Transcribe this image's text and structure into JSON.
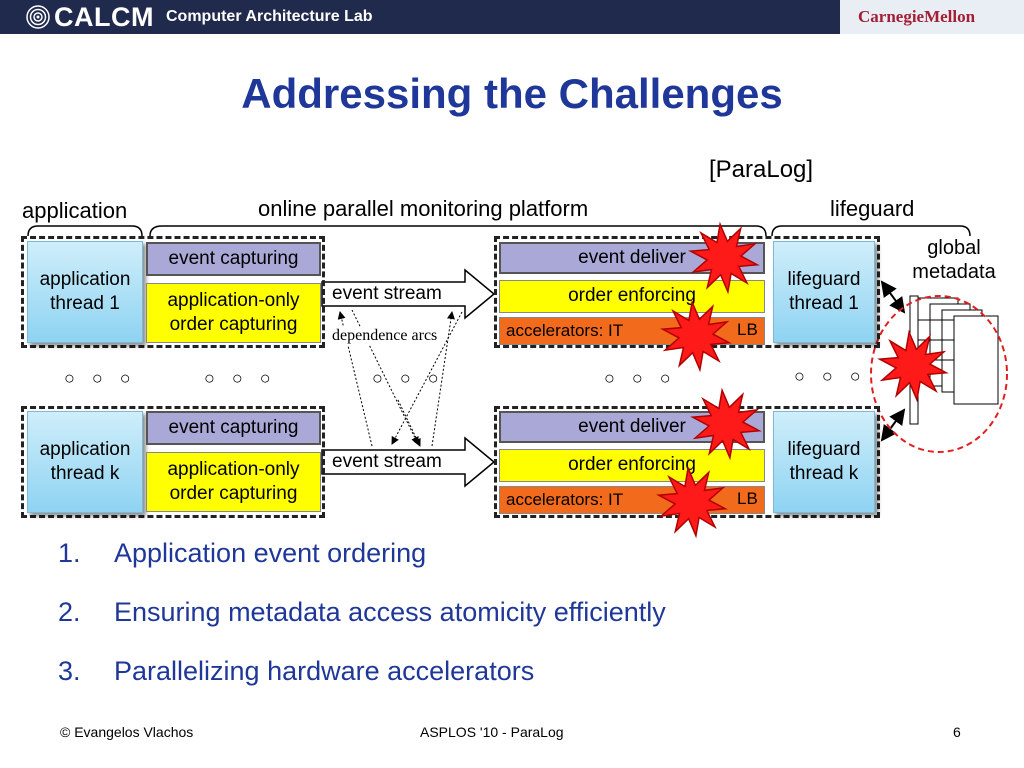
{
  "header": {
    "logo": "CALCM",
    "lab": "Computer Architecture Lab",
    "university": "CarnegieMellon"
  },
  "title": "Addressing the Challenges",
  "labels": {
    "paralog": "[ParaLog]",
    "application": "application",
    "platform": "online parallel monitoring platform",
    "lifeguard": "lifeguard",
    "global_metadata": "global\nmetadata",
    "dependence_arcs": "dependence arcs"
  },
  "rows": [
    {
      "app_thread": "application\nthread 1",
      "event_capturing": "event capturing",
      "order_capturing": "application-only\norder capturing",
      "event_stream": "event stream",
      "event_delivery": "event deliver",
      "order_enforcing": "order enforcing",
      "accelerators": "accelerators: IT",
      "accelerators_tail": "LB",
      "lifeguard_thread": "lifeguard\nthread 1"
    },
    {
      "app_thread": "application\nthread k",
      "event_capturing": "event capturing",
      "order_capturing": "application-only\norder capturing",
      "event_stream": "event stream",
      "event_delivery": "event deliver",
      "order_enforcing": "order enforcing",
      "accelerators": "accelerators: IT",
      "accelerators_tail": "LB",
      "lifeguard_thread": "lifeguard\nthread k"
    }
  ],
  "ellipsis": "○ ○ ○",
  "challenges": [
    {
      "num": "1.",
      "text": "Application event ordering"
    },
    {
      "num": "2.",
      "text": "Ensuring metadata access atomicity efficiently"
    },
    {
      "num": "3.",
      "text": "Parallelizing hardware accelerators"
    }
  ],
  "footer": {
    "author": "© Evangelos Vlachos",
    "conference": "ASPLOS '10 - ParaLog",
    "page": "6"
  },
  "colors": {
    "title": "#1e3799",
    "header_bg": "#1f2a4d",
    "cmu_red": "#a31f34",
    "purple_box": "#a9a8d6",
    "yellow_box": "#ffff00",
    "orange_box": "#f26a1b",
    "thread_blue": "#8ed3f2",
    "burst_red": "#ff1a1a"
  },
  "icons": [
    "calcm-logo-icon",
    "conflict-burst-icon",
    "double-arrow-icon",
    "block-arrow-icon"
  ]
}
